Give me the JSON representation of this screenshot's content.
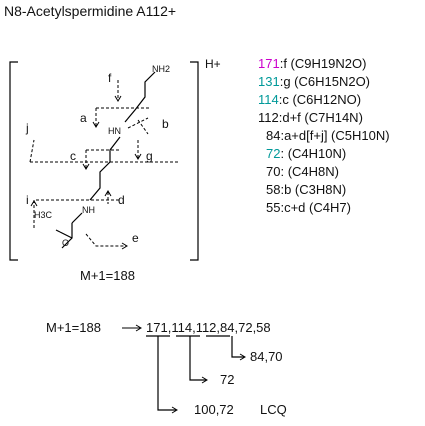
{
  "title": "N8-Acetylspermidine A112+",
  "charge": "H+",
  "mplus1": "M+1=188",
  "atoms": {
    "nh2": "NH2",
    "hn": "HN",
    "nh": "NH",
    "h3c": "H3C",
    "o": "O"
  },
  "cleavage_labels": [
    "f",
    "a",
    "b",
    "j",
    "c",
    "g",
    "i",
    "d",
    "e"
  ],
  "fragments": [
    {
      "mass": "171",
      "label": ":f (C9H19N2O)",
      "color": "#cc00cc"
    },
    {
      "mass": "131",
      "label": ":g (C6H15N2O)",
      "color": "#009999"
    },
    {
      "mass": "114",
      "label": ":c (C6H12NO)",
      "color": "#009999"
    },
    {
      "mass": "112",
      "label": ":d+f (C7H14N)",
      "color": "#111111"
    },
    {
      "mass": "84",
      "label": ":a+d[f+j] (C5H10N)",
      "color": "#111111"
    },
    {
      "mass": "72",
      "label": ": (C4H10N)",
      "color": "#009999"
    },
    {
      "mass": "70",
      "label": ": (C4H8N)",
      "color": "#111111"
    },
    {
      "mass": "58",
      "label": ":b (C3H8N)",
      "color": "#111111"
    },
    {
      "mass": "55",
      "label": ":c+d (C4H7)",
      "color": "#111111"
    }
  ],
  "tree": {
    "parent": "M+1=188",
    "series": [
      "171",
      ",",
      "114",
      ",",
      "112",
      ",84,72,58"
    ],
    "branch1": "84,70",
    "branch2": "72",
    "branch3": "100,72",
    "method": "LCQ"
  }
}
